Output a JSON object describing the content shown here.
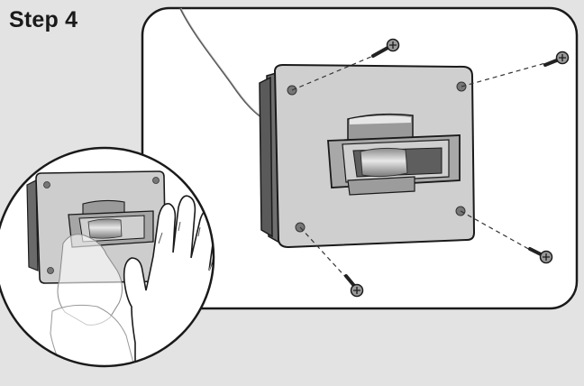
{
  "step": {
    "title": "Step 4"
  },
  "illustration": {
    "main_panel": "installation-view",
    "inset": "hand-pressing-sensor",
    "screw_count": 4
  },
  "colors": {
    "background": "#e3e3e3",
    "panel": "#ffffff",
    "outline": "#1a1a1a",
    "sensor_face": "#cccccc",
    "sensor_side": "#8c8c8c",
    "screw_hole": "#777777"
  }
}
